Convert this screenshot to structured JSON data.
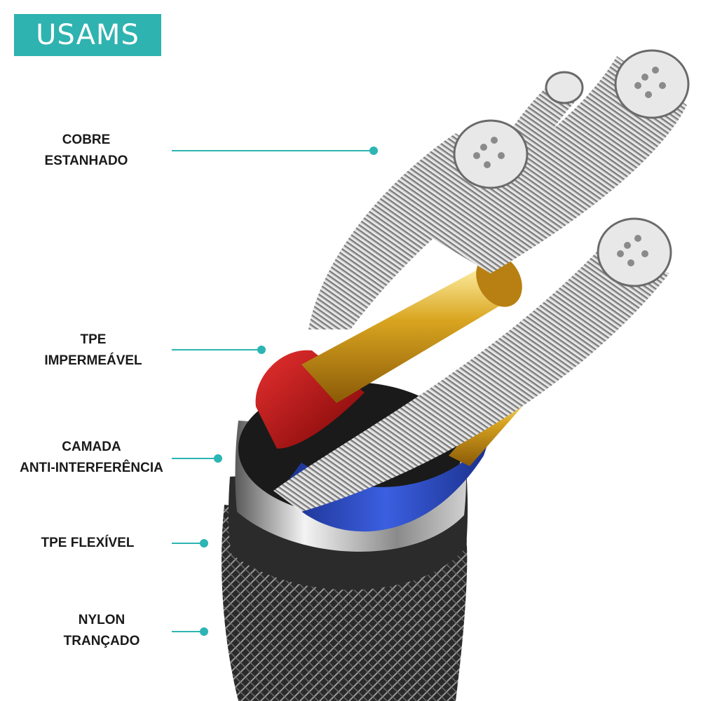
{
  "brand": {
    "logo_text": "USAMS",
    "accent_color": "#2cb5b3",
    "logo_bg": "#2fb3b0"
  },
  "labels": [
    {
      "lines": [
        "COBRE",
        "ESTANHADO"
      ]
    },
    {
      "lines": [
        "TPE",
        "IMPERMEÁVEL"
      ]
    },
    {
      "lines": [
        "CAMADA",
        "ANTI-INTERFERÊNCIA"
      ]
    },
    {
      "lines": [
        "TPE FLEXÍVEL"
      ]
    },
    {
      "lines": [
        "NYLON",
        "TRANÇADO"
      ]
    }
  ],
  "colors": {
    "copper": "#d4d4d4",
    "gold": "#d9a520",
    "red_sheath": "#c41010",
    "blue_sheath": "#1f3fb0",
    "shield": "#b8b8b8",
    "braid": "#3a3a3a"
  }
}
